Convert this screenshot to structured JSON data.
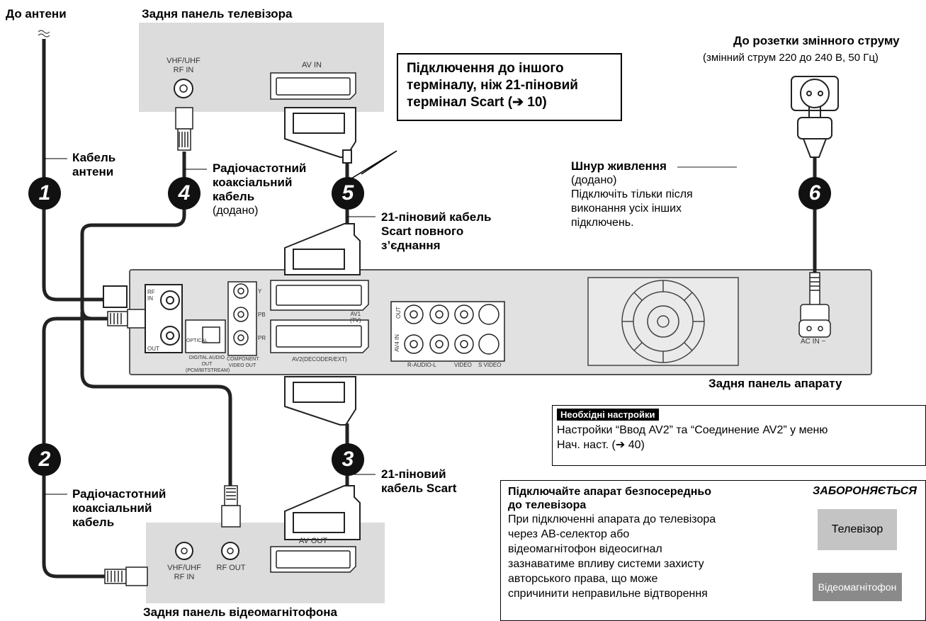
{
  "labels": {
    "antenna": "До антени",
    "tv_back": "Задня панель телевізора",
    "antenna_cable": [
      "Кабель",
      "антени"
    ],
    "rf_coax_top": [
      "Радіочастотний",
      "коаксіальний",
      "кабель"
    ],
    "rf_coax_top_supplied": "(додано)",
    "scart_full": [
      "21-піновий кабель",
      "Scart повного",
      "з’єднання"
    ],
    "callout": [
      "Підключення до іншого",
      "терміналу, ніж 21-піновий",
      "термінал Scart (➔ 10)"
    ],
    "ac_outlet": "До розетки змінного струму",
    "ac_spec": "(змінний струм 220 до 240 В, 50 Гц)",
    "power_cord": "Шнур живлення",
    "power_cord_notes": [
      "(додано)",
      "Підключіть тільки після",
      "виконання усіх інших",
      "підключень."
    ],
    "unit_back": "Задня панель апарату",
    "rf_coax_bottom": [
      "Радіочастотний",
      "коаксіальний",
      "кабель"
    ],
    "scart_bottom": [
      "21-піновий",
      "кабель Scart"
    ],
    "vcr_back": "Задня панель відеомагнітофона"
  },
  "numbers": [
    "1",
    "2",
    "3",
    "4",
    "5",
    "6"
  ],
  "tv_panel": {
    "rf_in": [
      "VHF/UHF",
      "RF IN"
    ],
    "av_in": "AV IN"
  },
  "vcr_panel": {
    "rf_in": [
      "VHF/UHF",
      "RF IN"
    ],
    "rf_out": "RF OUT",
    "av_out": "AV OUT"
  },
  "unit_panel": {
    "rf_in": [
      "RF",
      "IN"
    ],
    "rf_out": "OUT",
    "optical": "OPTICAL",
    "digital_audio_out": [
      "DIGITAL AUDIO OUT",
      "(PCM/BITSTREAM)"
    ],
    "component": [
      "COMPONENT",
      "VIDEO OUT"
    ],
    "y": "Y",
    "pb": "PB",
    "pr": "PR",
    "av1": [
      "AV1",
      "(TV)"
    ],
    "av2": "AV2(DECODER/EXT)",
    "out": "OUT",
    "av4in": "AV4 IN",
    "r_audio_l": "R-AUDIO-L",
    "video": "VIDEO",
    "s_video": "S VIDEO",
    "ac_in": "AC IN ~"
  },
  "notes": {
    "heading": "Необхідні настройки",
    "text": [
      "Настройки “Ввод AV2” та “Соединение AV2” у меню",
      "Нач. наст. (➔ 40)"
    ]
  },
  "warning": {
    "title": [
      "Підключайте апарат безпосередньо",
      "до телевізора"
    ],
    "body": [
      "При підключенні апарата до телевізора",
      "через АВ-селектор або",
      "відеомагнітофон відеосигнал",
      "зазнаватиме впливу системи захисту",
      "авторського права, що може",
      "спричинити неправильне відтворення"
    ],
    "forbidden": "ЗАБОРОНЯЄТЬСЯ",
    "tv": "Телевізор",
    "vcr": "Відеомагнітофон"
  }
}
